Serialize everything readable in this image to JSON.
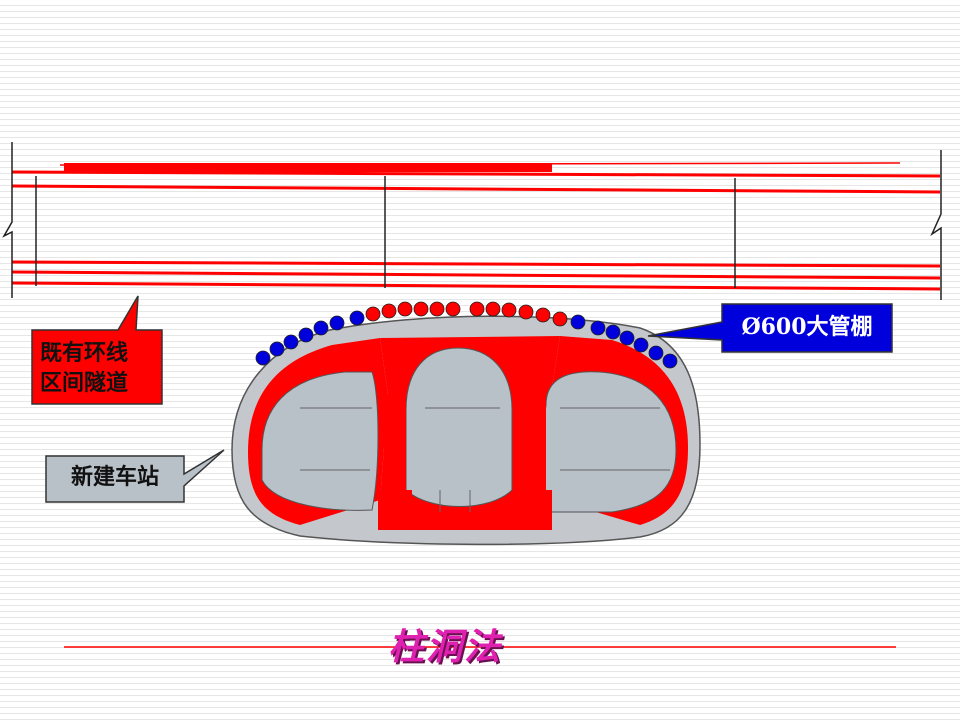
{
  "labels": {
    "existing_tunnel_line1": "既有环线",
    "existing_tunnel_line2": "区间隧道",
    "new_station": "新建车站",
    "pipe_roof": "Ø600大管棚"
  },
  "title": "柱洞法",
  "colors": {
    "red": "#ff0000",
    "blue": "#0000dd",
    "gray_fill": "#b8c0c8",
    "title_pink": "#e020b0",
    "station_label_fill": "#b8c0c8"
  }
}
